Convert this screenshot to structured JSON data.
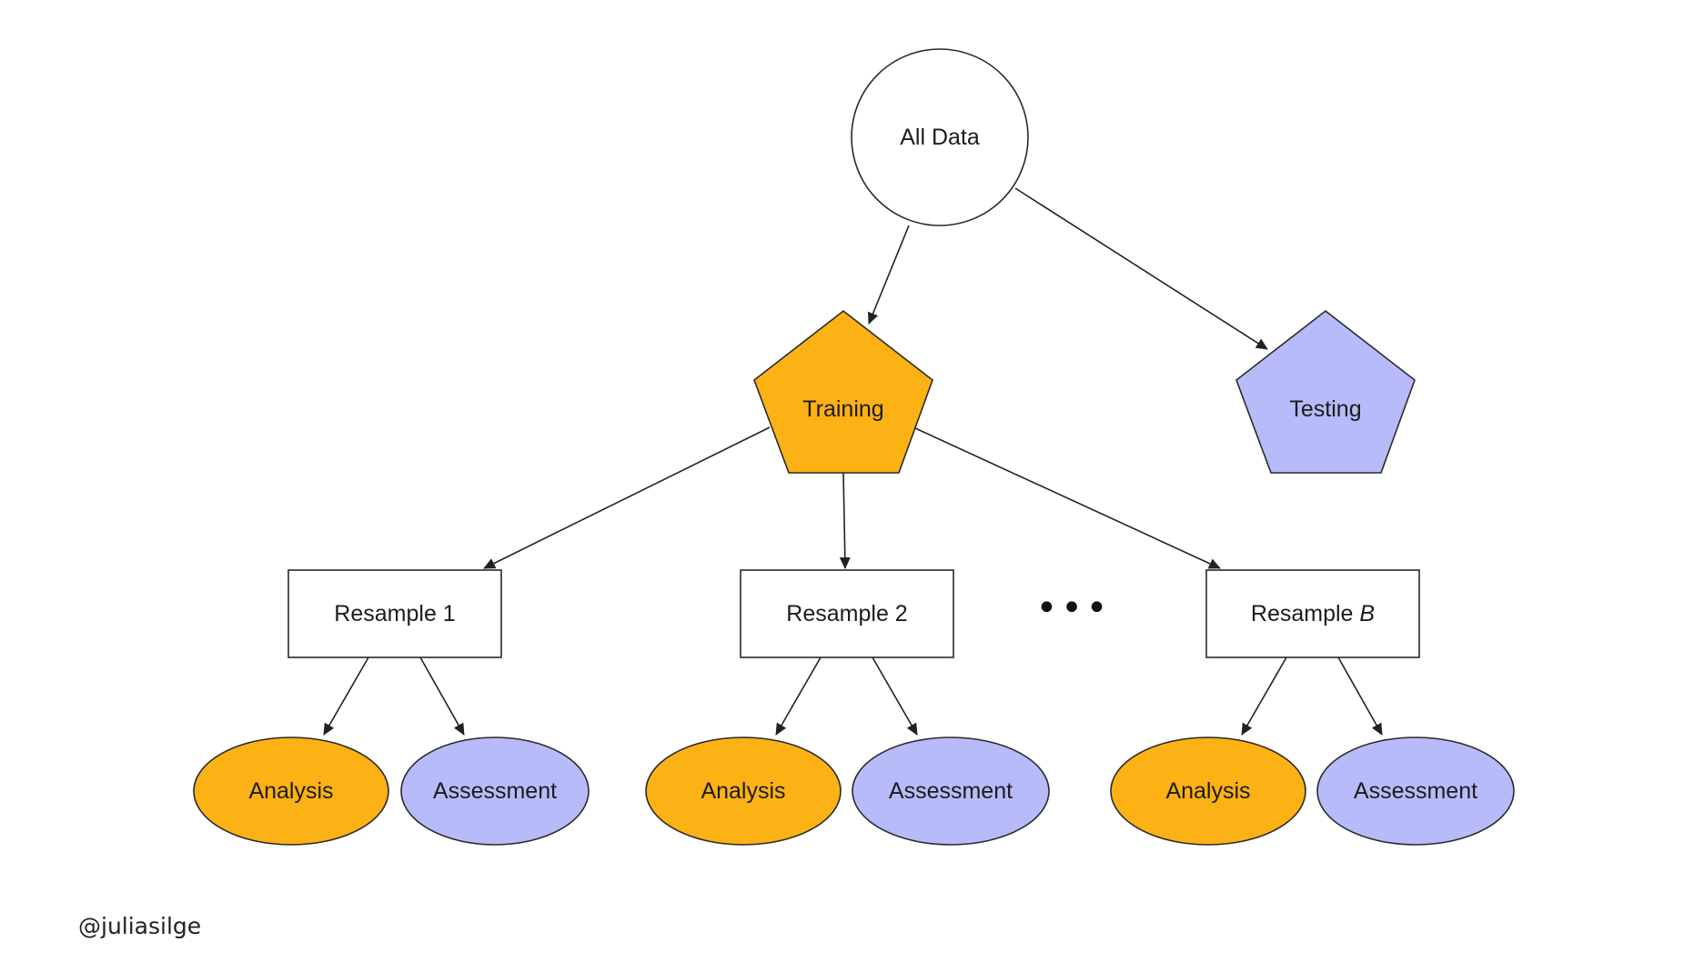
{
  "diagram": {
    "root": {
      "label": "All Data"
    },
    "training": {
      "label": "Training"
    },
    "testing": {
      "label": "Testing"
    },
    "resamples": [
      {
        "label": "Resample 1",
        "suffix": ""
      },
      {
        "label": "Resample 2",
        "suffix": ""
      },
      {
        "label": "Resample ",
        "suffix": "B"
      }
    ],
    "ellipsis": "•••",
    "leaves": {
      "analysis_label": "Analysis",
      "assessment_label": "Assessment"
    },
    "colors": {
      "training": "#FCB115",
      "testing": "#B8BBFA",
      "analysis": "#FCB115",
      "assessment": "#B8BBFA",
      "root": "#FFFFFF",
      "resample": "#FFFFFF",
      "stroke": "#2A2A2A"
    }
  },
  "footer": {
    "handle": "@juliasilge"
  }
}
